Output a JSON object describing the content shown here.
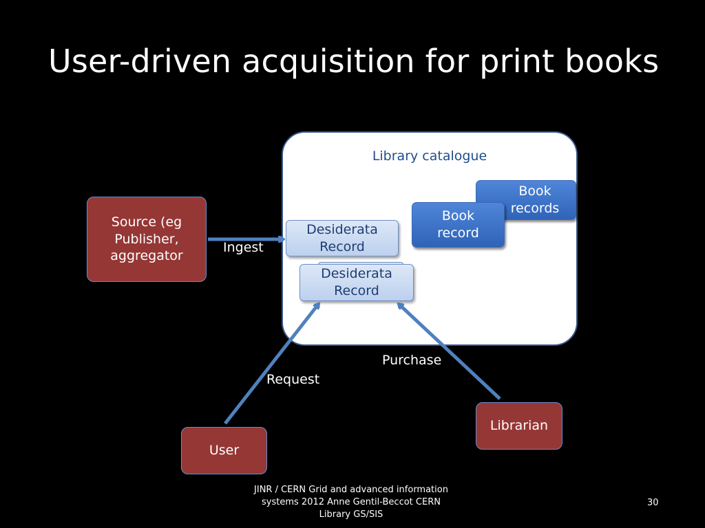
{
  "slide": {
    "title": "User-driven acquisition for print books",
    "catalogue_label": "Library catalogue",
    "source_lines": [
      "Source (eg",
      "Publisher,",
      "aggregator"
    ],
    "book_records_lines": [
      "Book",
      "records"
    ],
    "book_record_lines": [
      "Book",
      "record"
    ],
    "desiderata_lines": [
      "Desiderata",
      "Record"
    ],
    "desiderata2_lines": [
      "Desiderata",
      "Record"
    ],
    "user": "User",
    "librarian": "Librarian",
    "ingest": "Ingest",
    "request": "Request",
    "purchase": "Purchase",
    "footer_lines": [
      "JINR / CERN Grid and advanced information",
      "systems 2012 Anne Gentil-Beccot CERN",
      "Library GS/SIS"
    ],
    "page_number": "30"
  },
  "colors": {
    "background": "#000000",
    "actor_red": "#953735",
    "record_blue": "#2f63b8",
    "desiderata_light": "#c6d7f0",
    "arrow_blue": "#4f81bd",
    "catalogue_text": "#1f4d8c"
  }
}
